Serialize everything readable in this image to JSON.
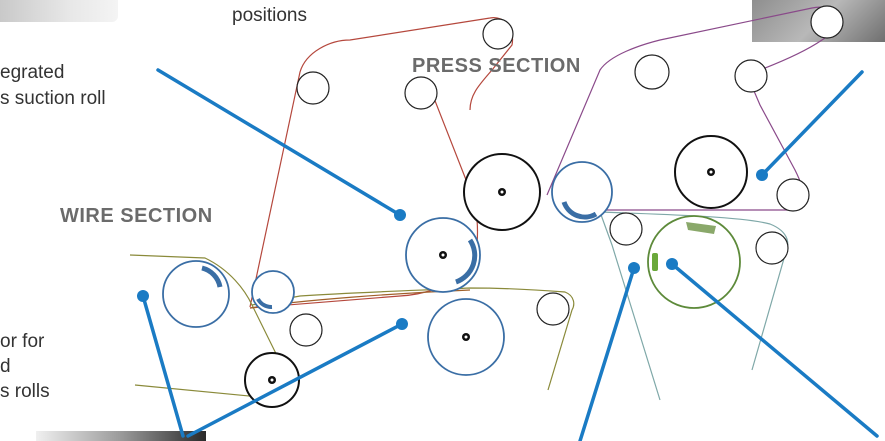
{
  "labels": {
    "top_caption": "positions",
    "integrated_line1": "egrated",
    "integrated_line2": "s suction roll",
    "press_section": "PRESS SECTION",
    "wire_section": "WIRE SECTION",
    "lower_line1": "or for",
    "lower_line2": "d",
    "lower_line3": "s rolls"
  },
  "colors": {
    "pointer_line": "#1a7bc4",
    "roll_blue": "#3a6ea5",
    "roll_black": "#111111",
    "roll_green": "#5d8a3a",
    "felt_red": "#b5483d",
    "felt_purple": "#8a4a8a",
    "wire_olive": "#8a8a3a",
    "felt_teal": "#7fa8a8"
  }
}
